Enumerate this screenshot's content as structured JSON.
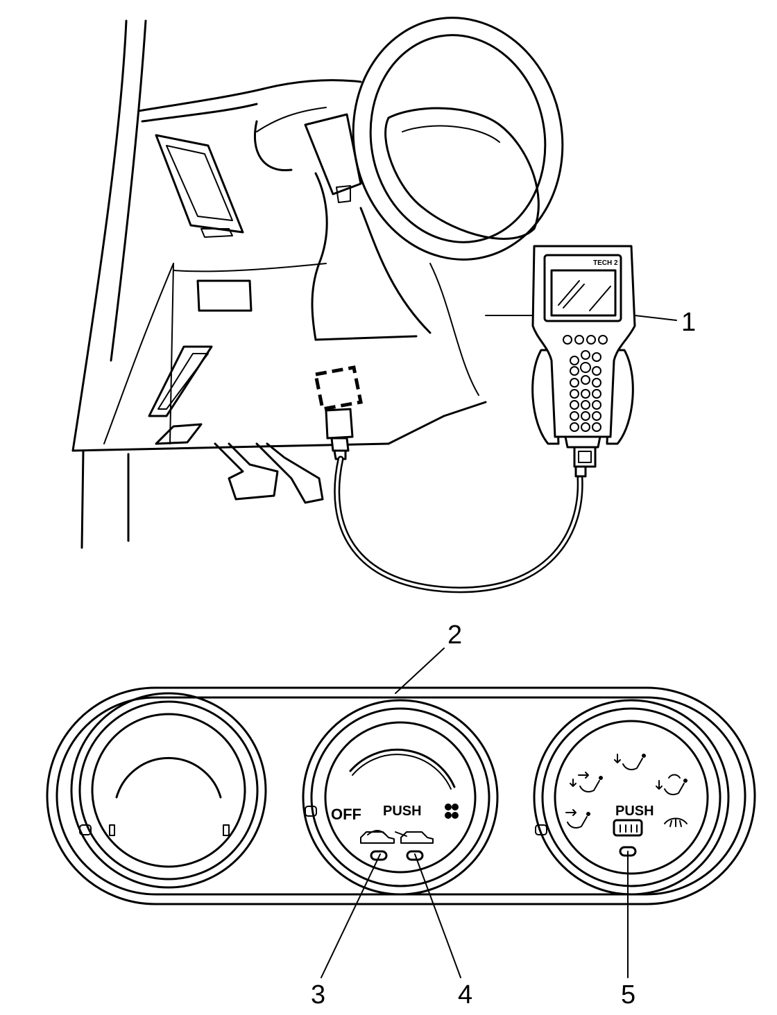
{
  "scan_tool": {
    "screen_label": "TECH 2"
  },
  "control_panel": {
    "center_knob": {
      "off_label": "OFF",
      "push_label": "PUSH"
    },
    "right_knob": {
      "push_label": "PUSH"
    }
  },
  "callouts": [
    "1",
    "2",
    "3",
    "4",
    "5"
  ]
}
